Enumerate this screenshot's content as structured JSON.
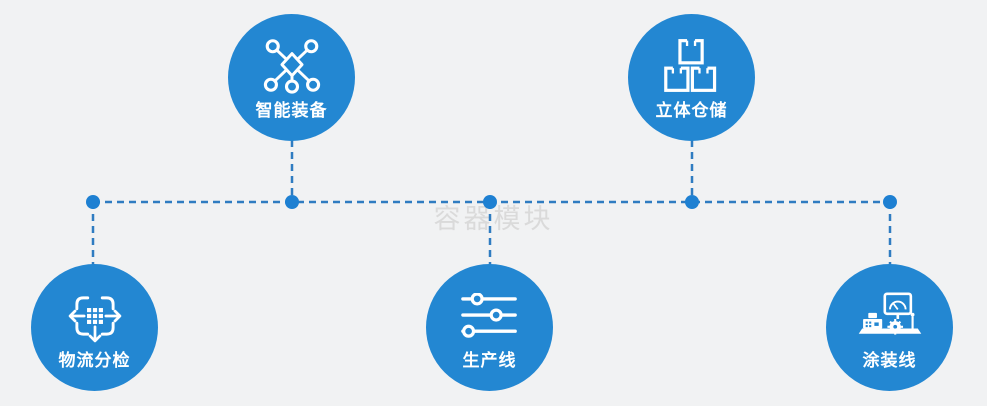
{
  "watermark": {
    "text": "容器模块",
    "color": "#d8d8d8"
  },
  "colors": {
    "background": "#f1f2f3",
    "node_fill": "#2387d2",
    "connector_line": "#2f7cc1",
    "junction_dot": "#1e80d2",
    "label_text": "#ffffff",
    "icon_stroke": "#ffffff"
  },
  "nodes": [
    {
      "id": "smart-equipment",
      "label": "智能装备",
      "icon": "network-nodes-icon",
      "row": "top"
    },
    {
      "id": "warehouse",
      "label": "立体仓储",
      "icon": "stacked-boxes-icon",
      "row": "top"
    },
    {
      "id": "logistics-sorting",
      "label": "物流分检",
      "icon": "sorting-arrows-icon",
      "row": "bottom"
    },
    {
      "id": "production-line",
      "label": "生产线",
      "icon": "sliders-icon",
      "row": "bottom"
    },
    {
      "id": "painting-line",
      "label": "涂装线",
      "icon": "machine-monitor-icon",
      "row": "bottom"
    }
  ]
}
